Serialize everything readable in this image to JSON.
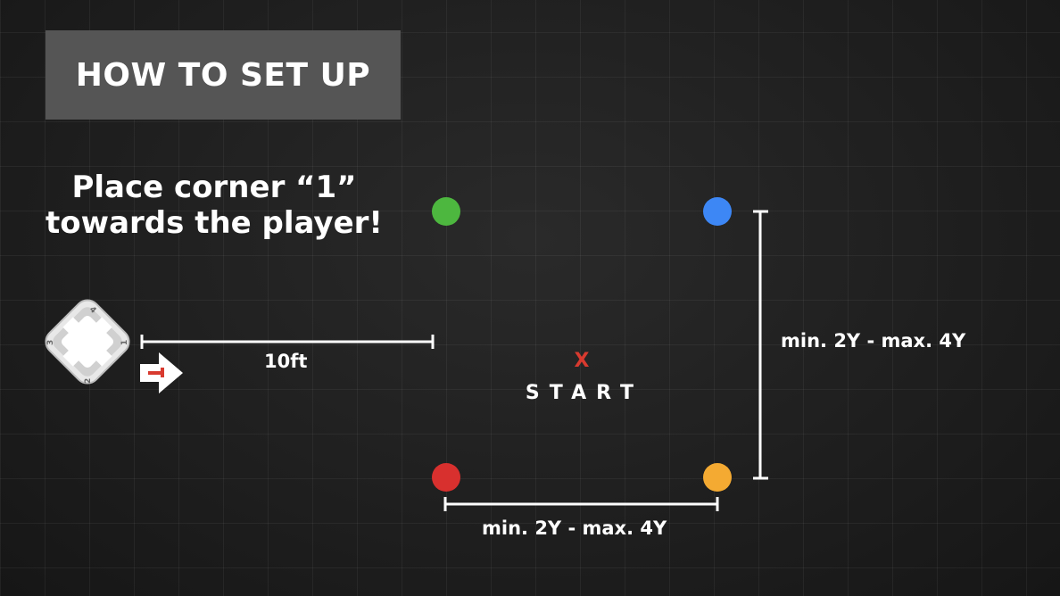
{
  "header": {
    "title": "HOW TO SET UP"
  },
  "instruction": {
    "line1": "Place corner “1”",
    "line2": "towards the player!"
  },
  "device": {
    "corner_labels": [
      "1",
      "2",
      "3",
      "4"
    ]
  },
  "measurements": {
    "distance_label": "10ft",
    "vertical_label": "min. 2Y - max. 4Y",
    "horizontal_label": "min. 2Y - max. 4Y"
  },
  "start": {
    "marker": "X",
    "label": "START"
  },
  "cones": [
    {
      "name": "green",
      "color": "#4db73f"
    },
    {
      "name": "blue",
      "color": "#3d87f5"
    },
    {
      "name": "red",
      "color": "#d8302e"
    },
    {
      "name": "orange",
      "color": "#f4aa32"
    }
  ],
  "colors": {
    "accent_red": "#d83a2f",
    "line": "#ffffff"
  }
}
